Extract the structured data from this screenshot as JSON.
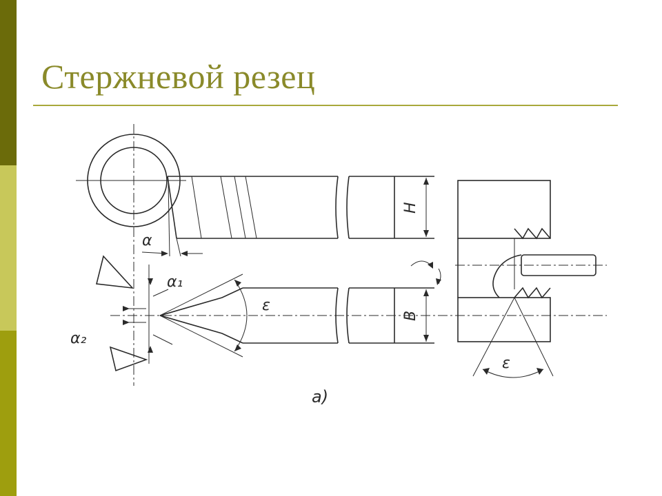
{
  "slide": {
    "title": "Стержневой резец",
    "colors": {
      "title": "#8a8a2a",
      "bar_top": "#6b6b0a",
      "bar_mid": "#c8c85a",
      "bar_bot": "#9e9e0e"
    }
  },
  "diagram": {
    "labels": {
      "alpha": "α",
      "alpha1": "α₁",
      "alpha2": "α₂",
      "epsilon_main": "ε",
      "epsilon_right": "ε",
      "height": "H",
      "width": "B",
      "subfigure": "a)"
    }
  }
}
